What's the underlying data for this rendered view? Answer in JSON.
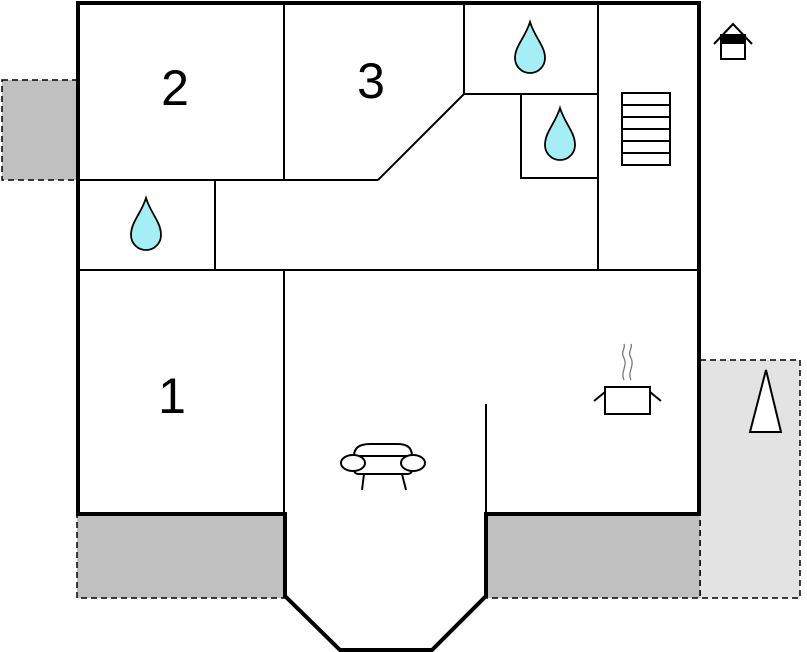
{
  "floorplan": {
    "rooms": [
      {
        "id": "room-1",
        "label": "1"
      },
      {
        "id": "room-2",
        "label": "2"
      },
      {
        "id": "room-3",
        "label": "3"
      }
    ],
    "icons": [
      {
        "id": "bathroom-top",
        "type": "water-drop-icon"
      },
      {
        "id": "bathroom-small",
        "type": "water-drop-icon"
      },
      {
        "id": "bathroom-left",
        "type": "water-drop-icon"
      },
      {
        "id": "stairs",
        "type": "stairs-icon"
      },
      {
        "id": "kitchen",
        "type": "cooking-pot-icon"
      },
      {
        "id": "living",
        "type": "sofa-icon"
      },
      {
        "id": "entrance",
        "type": "house-entrance-icon"
      },
      {
        "id": "compass",
        "type": "north-arrow-icon"
      }
    ],
    "colors": {
      "wall": "#000000",
      "terrace": "#c0c0c0",
      "terrace_light": "#e3e3e3",
      "water": "#a6eef6"
    }
  }
}
